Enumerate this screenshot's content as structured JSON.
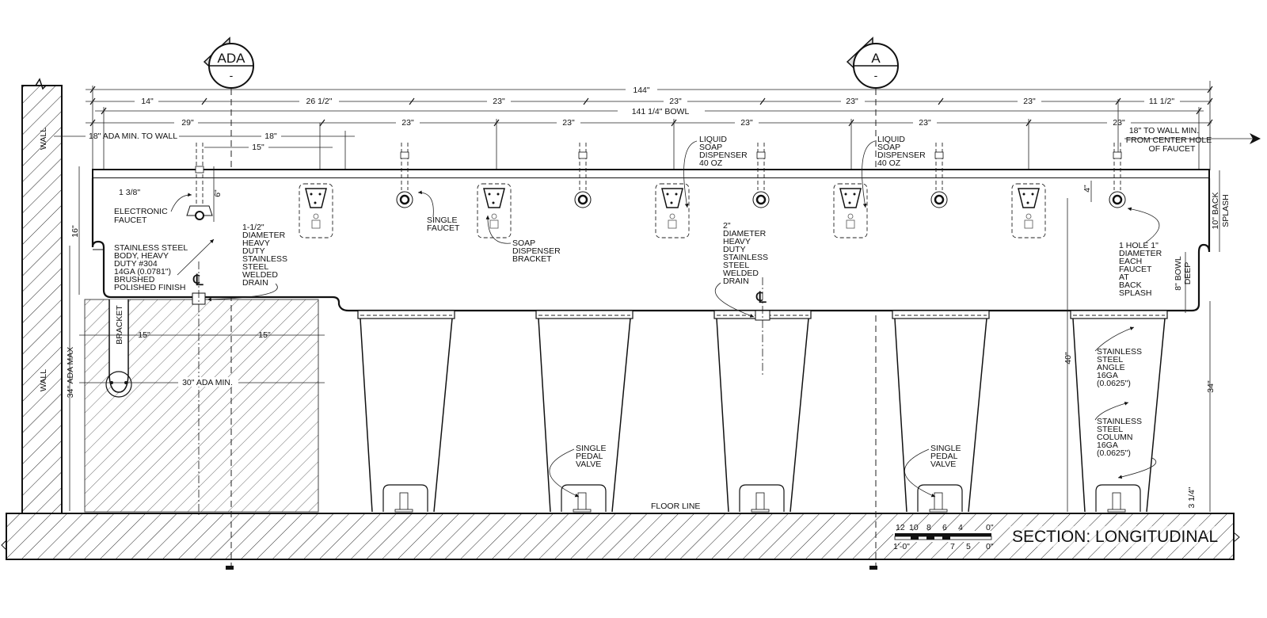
{
  "title": "SECTION: LONGITUDINAL",
  "section_markers": [
    {
      "label": "ADA",
      "sub": "-"
    },
    {
      "label": "A",
      "sub": "-"
    }
  ],
  "wall_label": "WALL",
  "floor_label": "FLOOR LINE",
  "dimensions": {
    "overall": "144\"",
    "bowl": "141 1/4\" BOWL",
    "row1": [
      "14\"",
      "26 1/2\"",
      "23\"",
      "23\"",
      "23\"",
      "23\"",
      "11 1/2\""
    ],
    "row2": [
      "29\"",
      "23\"",
      "23\"",
      "23\"",
      "23\"",
      "23\""
    ],
    "ada_wall": "18\" ADA MIN. TO WALL",
    "d18": "18\"",
    "d15": "15\"",
    "d13_8": "1 3/8\"",
    "d6": "6\"",
    "d16": "16\"",
    "d4": "4\"",
    "back_splash": "10\" BACK SPLASH",
    "bowl_deep": "8\" BOWL DEEP",
    "h40": "40\"",
    "h34": "34\"",
    "h3_14": "3 1/4\"",
    "ada_max": "34\" ADA MAX",
    "knee_left": "15\"",
    "knee_right": "15\"",
    "knee_total": "30\" ADA MIN.",
    "right_wall": "18\" TO WALL MIN. FROM CENTER HOLE OF FAUCET"
  },
  "callouts": {
    "electronic_faucet": [
      "ELECTRONIC",
      "FAUCET"
    ],
    "body": [
      "STAINLESS STEEL",
      "BODY, HEAVY",
      "DUTY #304",
      "14GA (0.0781\")",
      "BRUSHED",
      "POLISHED FINISH"
    ],
    "drain_small": [
      "1-1/2\"",
      "DIAMETER",
      "HEAVY",
      "DUTY",
      "STAINLESS",
      "STEEL",
      "WELDED",
      "DRAIN"
    ],
    "single_faucet": [
      "SINGLE",
      "FAUCET"
    ],
    "soap_bracket": [
      "SOAP",
      "DISPENSER",
      "BRACKET"
    ],
    "liquid_soap": [
      "LIQUID",
      "SOAP",
      "DISPENSER",
      "40 OZ"
    ],
    "drain_large": [
      "2\"",
      "DIAMETER",
      "HEAVY",
      "DUTY",
      "STAINLESS",
      "STEEL",
      "WELDED",
      "DRAIN"
    ],
    "hole": [
      "1 HOLE 1\"",
      "DIAMETER",
      "EACH",
      "FAUCET",
      "AT",
      "BACK",
      "SPLASH"
    ],
    "angle": [
      "STAINLESS",
      "STEEL",
      "ANGLE",
      "16GA",
      "(0.0625\")"
    ],
    "column": [
      "STAINLESS",
      "STEEL",
      "COLUMN",
      "16GA",
      "(0.0625\")"
    ],
    "pedal": [
      "SINGLE",
      "PEDAL",
      "VALVE"
    ],
    "bracket": "BRACKET"
  },
  "scale_bar": {
    "top": [
      "12",
      "10",
      "8",
      "6",
      "4",
      "0\""
    ],
    "bottom": [
      "1'-0\"",
      "7",
      "5",
      "0\""
    ]
  }
}
